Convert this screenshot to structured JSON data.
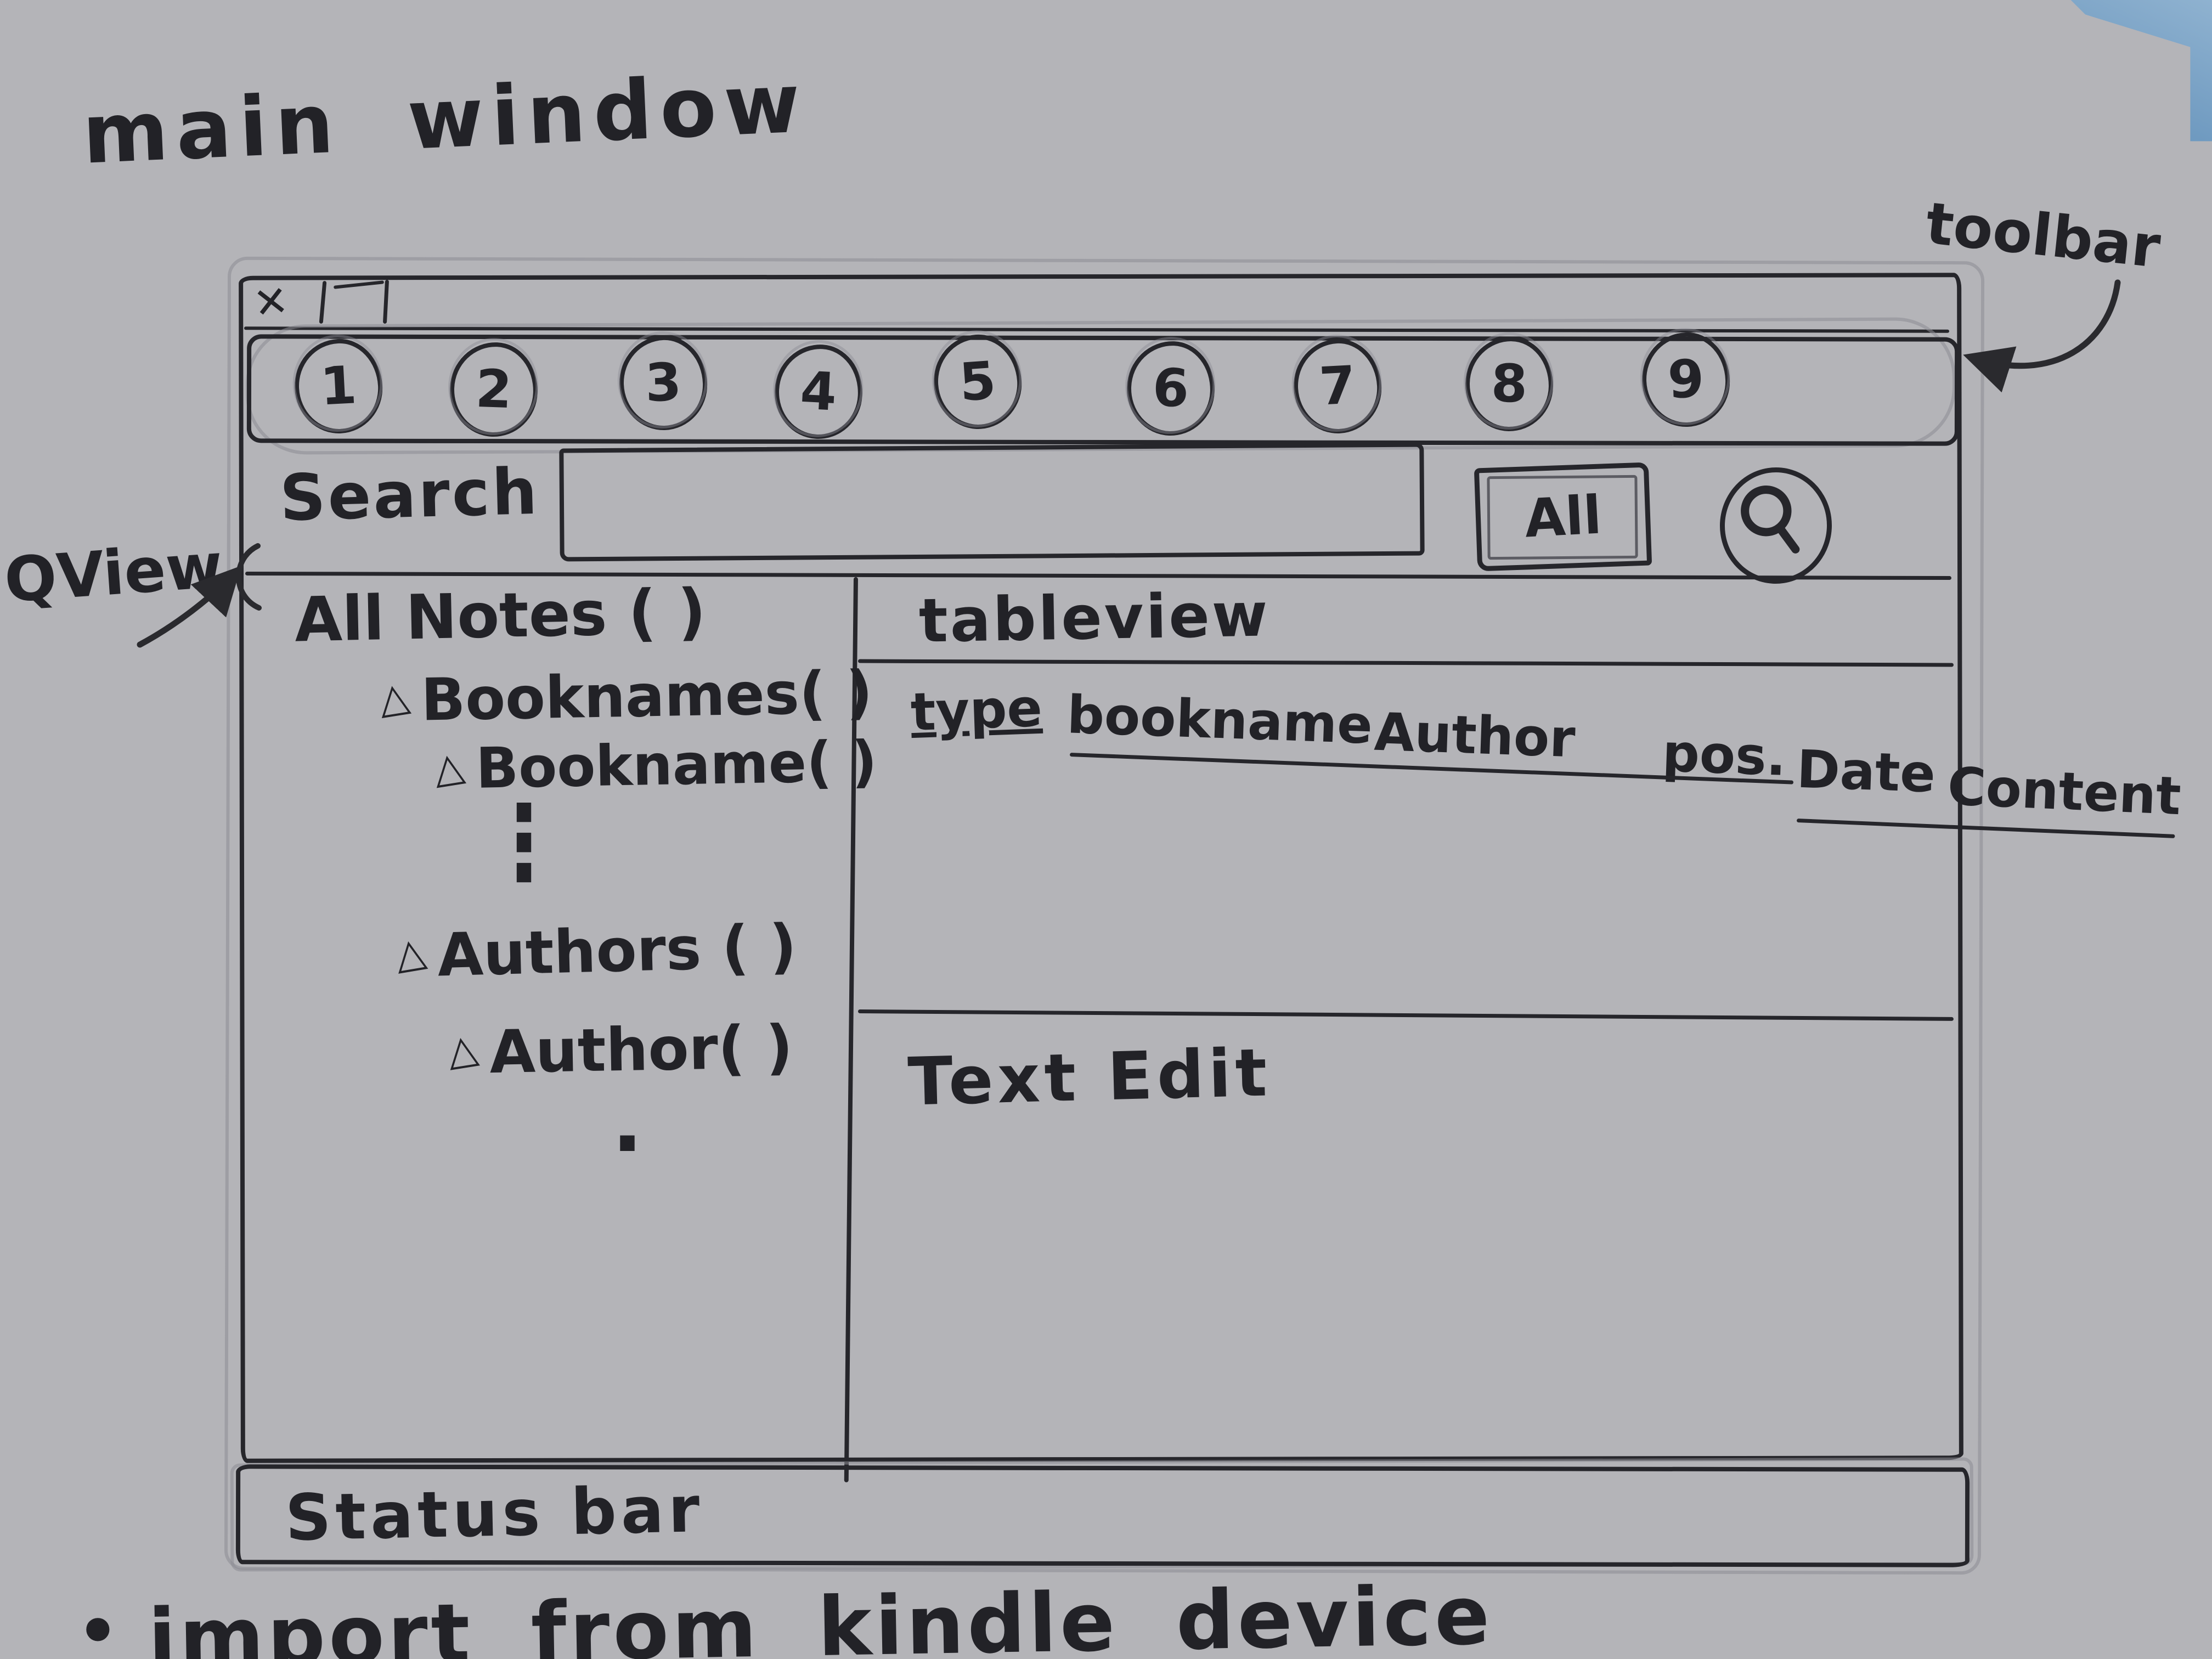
{
  "annotations": {
    "title": "main window",
    "toolbar_label": "toolbar",
    "qview_label": "QView",
    "bottom_note_bullet": "•",
    "bottom_note": "import from kindle device"
  },
  "window": {
    "titlebar": {
      "close_icon": "✕"
    },
    "toolbar": {
      "buttons": [
        "1",
        "2",
        "3",
        "4",
        "5",
        "6",
        "7",
        "8",
        "9"
      ]
    },
    "search": {
      "label": "Search",
      "input_value": "",
      "all_button": "All"
    },
    "sidebar": {
      "items": [
        {
          "bullet": "",
          "label": "All Notes ( )"
        },
        {
          "bullet": "△",
          "label": "Booknames( )"
        },
        {
          "bullet": "△",
          "label": "Bookname( )"
        },
        {
          "bullet": "",
          "label": "⋮"
        },
        {
          "bullet": "△",
          "label": "Authors ( )"
        },
        {
          "bullet": "△",
          "label": "Author( )"
        },
        {
          "bullet": "",
          "label": "."
        }
      ]
    },
    "tableview": {
      "label": "tableview",
      "columns": [
        "type",
        "bookname",
        "Author",
        "pos.",
        "Date",
        "Content"
      ]
    },
    "texteditor": {
      "label": "Text Edit"
    },
    "statusbar": {
      "label": "Status bar"
    }
  }
}
